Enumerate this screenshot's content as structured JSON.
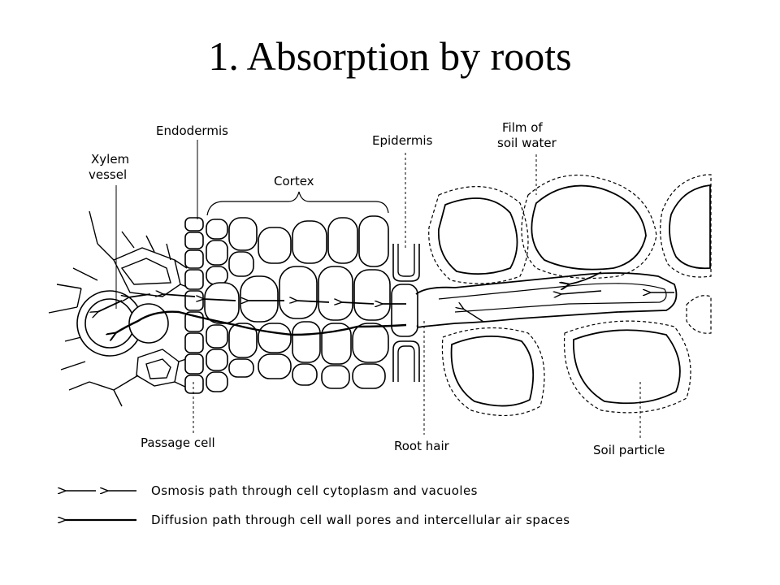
{
  "title": "1. Absorption by roots",
  "labels": {
    "xylem_vessel_line1": "Xylem",
    "xylem_vessel_line2": "vessel",
    "endodermis": "Endodermis",
    "cortex": "Cortex",
    "epidermis": "Epidermis",
    "film_line1": "Film of",
    "film_line2": "soil water",
    "passage_cell": "Passage cell",
    "root_hair": "Root hair",
    "soil_particle": "Soil particle"
  },
  "legend": {
    "osmosis": "Osmosis path through cell cytoplasm and vacuoles",
    "diffusion": "Diffusion path through cell wall pores and intercellular air spaces"
  }
}
